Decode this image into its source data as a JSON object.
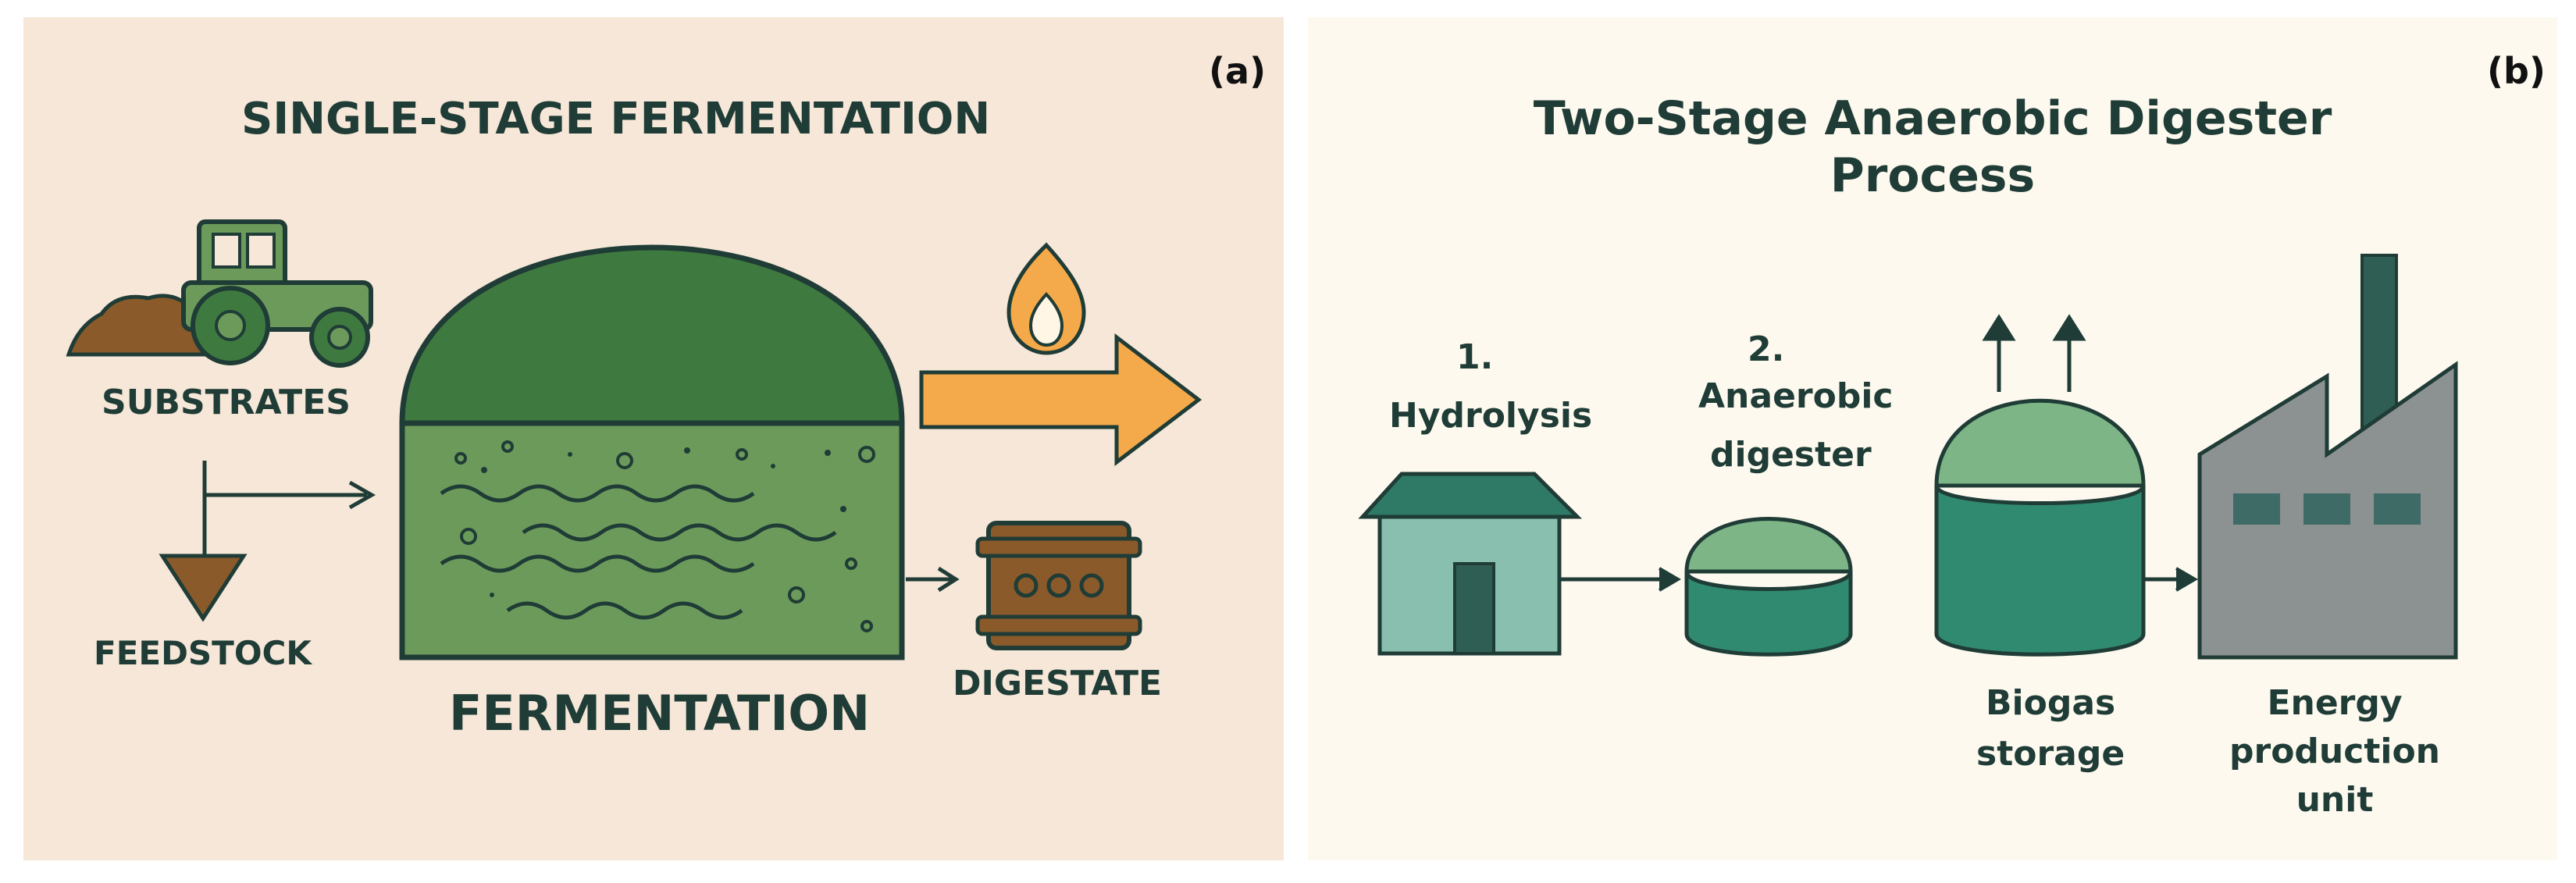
{
  "panel_a": {
    "tag": "(a)",
    "title": "SINGLE-STAGE FERMENTATION",
    "substrates_label": "SUBSTRATES",
    "feedstock_label": "FEEDSTOCK",
    "fermentation_label": "FERMENTATION",
    "digestate_label": "DIGESTATE",
    "icons": [
      "tractor-icon",
      "soil-pile-icon",
      "flame-icon",
      "output-arrow-icon",
      "digestate-box-icon",
      "funnel-icon"
    ]
  },
  "panel_b": {
    "tag": "(b)",
    "title_line1": "Two-Stage Anaerobic Digester",
    "title_line2": "Process",
    "step1_number": "1.",
    "step1_label": "Hydrolysis",
    "step2_number": "2.",
    "step2_line1": "Anaerobic",
    "step2_line2": "digester",
    "storage_line1": "Biogas",
    "storage_line2": "storage",
    "energy_line1": "Energy",
    "energy_line2": "production",
    "energy_line3": "unit",
    "icons": [
      "house-icon",
      "digester-tank-icon",
      "biogas-dome-icon",
      "factory-icon",
      "up-arrow-icon"
    ]
  },
  "colors": {
    "panel_a_bg": "#f6e7d8",
    "panel_b_bg": "#fdf9ef",
    "dark_green": "#3e7a3f",
    "medium_green": "#6b9a5b",
    "teal": "#2f7a66",
    "orange": "#f4a94a",
    "brown": "#8a5a2a",
    "gray": "#8c9191",
    "text_dark": "#1f3c36"
  }
}
